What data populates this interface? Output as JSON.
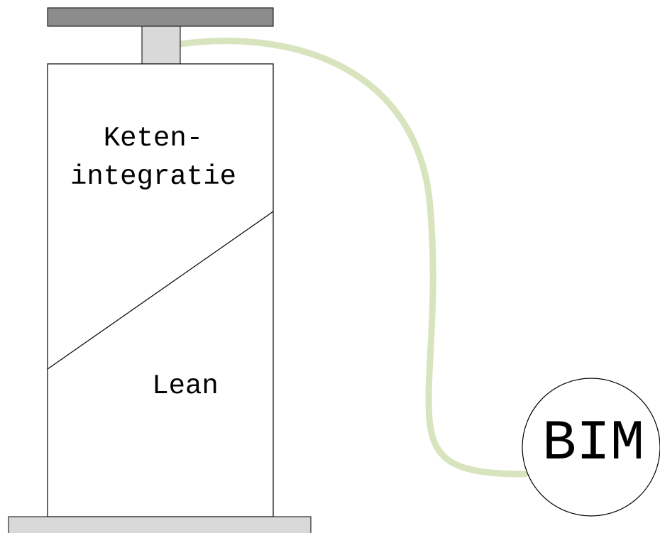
{
  "labels": {
    "top_line1": "Keten-",
    "top_line2": "integratie",
    "bottom": "Lean",
    "gauge": "BIM"
  },
  "colors": {
    "background": "#ffffff",
    "outline": "#000000",
    "handle_bar": "#8c8c8c",
    "connector_block": "#d9d9d9",
    "base_plate": "#d9d9d9",
    "hose": "#d7e4bd",
    "gauge_fill": "#ffffff"
  }
}
